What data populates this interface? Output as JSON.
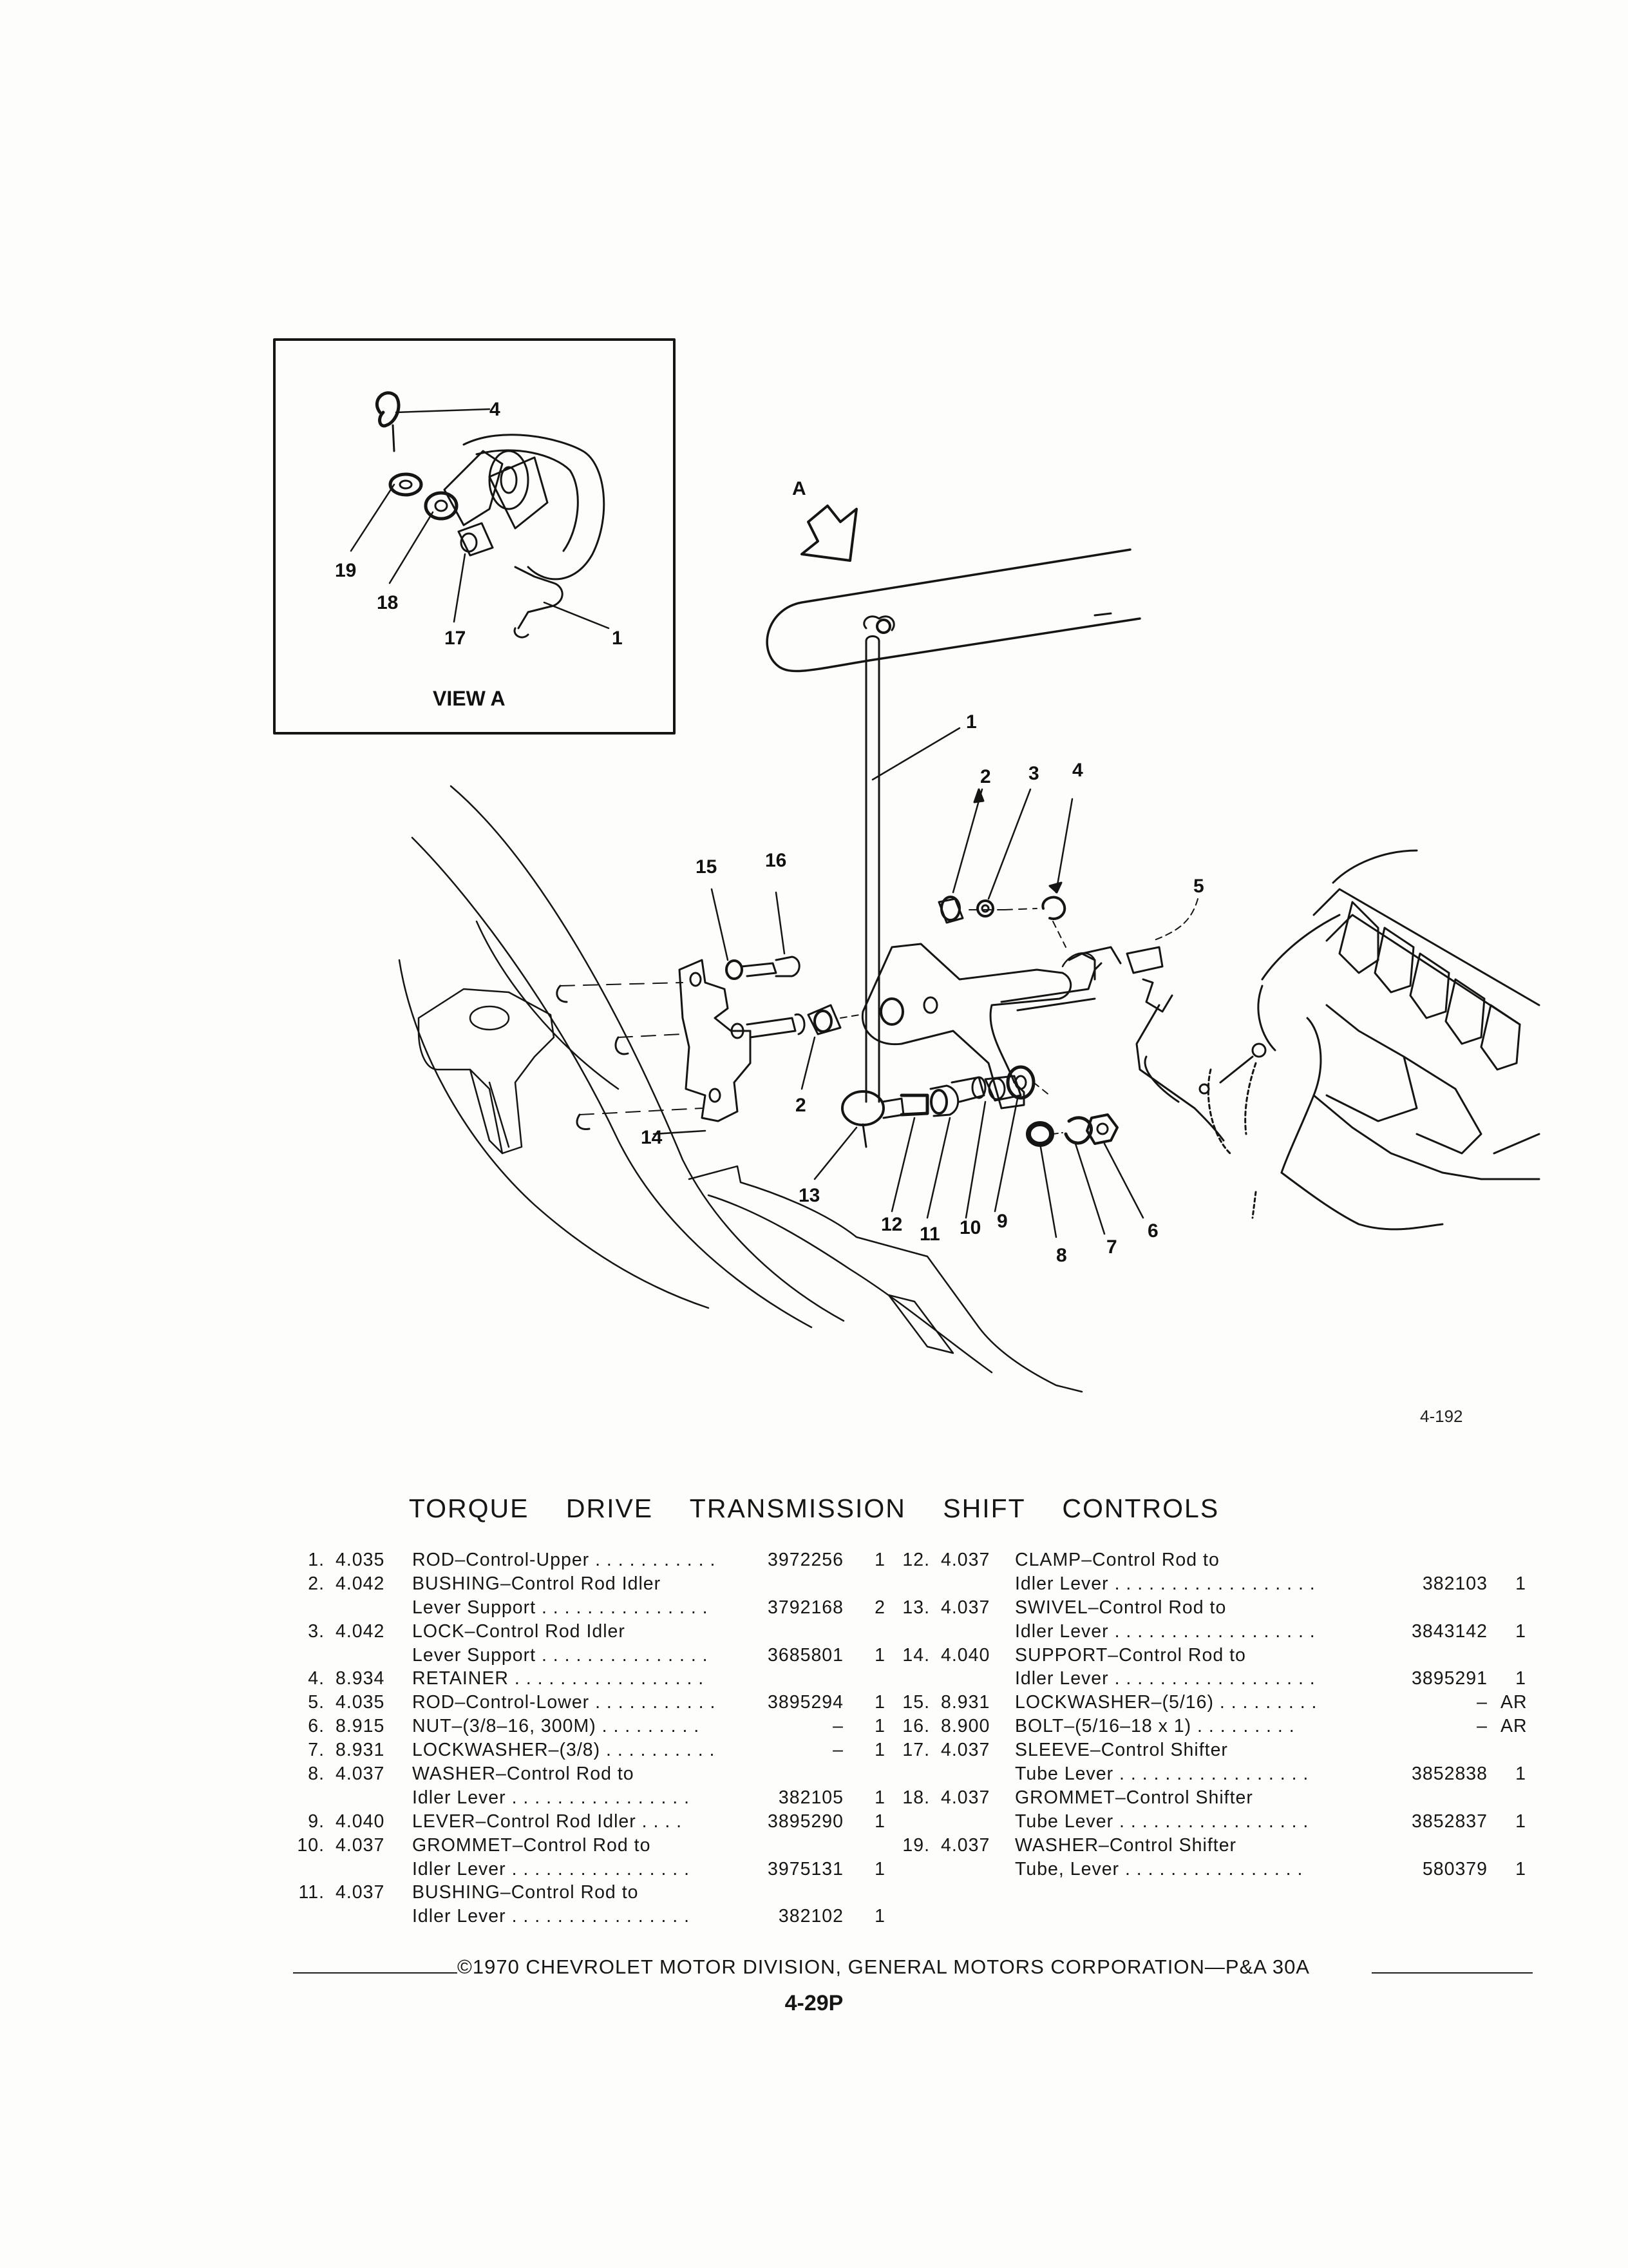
{
  "view_label": "VIEW A",
  "arrow_label": "A",
  "figure_number": "4-192",
  "callouts": {
    "c1": "1",
    "c2": "2",
    "c3": "3",
    "c4": "4",
    "c5": "5",
    "c6": "6",
    "c7": "7",
    "c8": "8",
    "c9": "9",
    "c10": "10",
    "c11": "11",
    "c12": "12",
    "c13": "13",
    "c14": "14",
    "c15": "15",
    "c16": "16",
    "c2b": "2",
    "c1b": "1",
    "c4b": "4",
    "v4": "4",
    "v19": "19",
    "v18": "18",
    "v17": "17",
    "v1": "1"
  },
  "title": "TORQUE DRIVE TRANSMISSION SHIFT CONTROLS",
  "parts_left": [
    {
      "num": "1.",
      "group": "4.035",
      "desc": "ROD–Control-Upper . . . . . . . . . . .",
      "part_no": "3972256",
      "qty": "1"
    },
    {
      "num": "2.",
      "group": "4.042",
      "desc": "BUSHING–Control Rod Idler",
      "part_no": "",
      "qty": ""
    },
    {
      "num": "",
      "group": "",
      "desc": "Lever Support . . . . . . . . . . . . . . .",
      "part_no": "3792168",
      "qty": "2"
    },
    {
      "num": "3.",
      "group": "4.042",
      "desc": "LOCK–Control Rod Idler",
      "part_no": "",
      "qty": ""
    },
    {
      "num": "",
      "group": "",
      "desc": "Lever Support . . . . . . . . . . . . . . .",
      "part_no": "3685801",
      "qty": "1"
    },
    {
      "num": "4.",
      "group": "8.934",
      "desc": "RETAINER . . . . . . . . . . . . . . . . .",
      "part_no": "",
      "qty": ""
    },
    {
      "num": "5.",
      "group": "4.035",
      "desc": "ROD–Control-Lower . . . . . . . . . . .",
      "part_no": "3895294",
      "qty": "1"
    },
    {
      "num": "6.",
      "group": "8.915",
      "desc": "NUT–(3/8–16, 300M) . . . . . . . . .",
      "part_no": "–",
      "qty": "1"
    },
    {
      "num": "7.",
      "group": "8.931",
      "desc": "LOCKWASHER–(3/8) . . . . . . . . . .",
      "part_no": "–",
      "qty": "1"
    },
    {
      "num": "8.",
      "group": "4.037",
      "desc": "WASHER–Control Rod to",
      "part_no": "",
      "qty": ""
    },
    {
      "num": "",
      "group": "",
      "desc": "Idler Lever  . . . . . . . . . . . . . . . .",
      "part_no": "382105",
      "qty": "1"
    },
    {
      "num": "9.",
      "group": "4.040",
      "desc": "LEVER–Control Rod Idler . . . .",
      "part_no": "3895290",
      "qty": "1"
    },
    {
      "num": "10.",
      "group": "4.037",
      "desc": "GROMMET–Control Rod to",
      "part_no": "",
      "qty": ""
    },
    {
      "num": "",
      "group": "",
      "desc": "Idler Lever  . . . . . . . . . . . . . . . .",
      "part_no": "3975131",
      "qty": "1"
    },
    {
      "num": "11.",
      "group": "4.037",
      "desc": "BUSHING–Control Rod to",
      "part_no": "",
      "qty": ""
    },
    {
      "num": "",
      "group": "",
      "desc": "Idler Lever  . . . . . . . . . . . . . . . .",
      "part_no": "382102",
      "qty": "1"
    }
  ],
  "parts_right": [
    {
      "num": "12.",
      "group": "4.037",
      "desc": "CLAMP–Control Rod to",
      "part_no": "",
      "qty": ""
    },
    {
      "num": "",
      "group": "",
      "desc": "Idler Lever . . . . . . . . . . . . . . . . . .",
      "part_no": "382103",
      "qty": "1"
    },
    {
      "num": "13.",
      "group": "4.037",
      "desc": "SWIVEL–Control Rod to",
      "part_no": "",
      "qty": ""
    },
    {
      "num": "",
      "group": "",
      "desc": "Idler Lever . . . . . . . . . . . . . . . . . .",
      "part_no": "3843142",
      "qty": "1"
    },
    {
      "num": "14.",
      "group": "4.040",
      "desc": "SUPPORT–Control Rod to",
      "part_no": "",
      "qty": ""
    },
    {
      "num": "",
      "group": "",
      "desc": "Idler Lever . . . . . . . . . . . . . . . . . .",
      "part_no": "3895291",
      "qty": "1"
    },
    {
      "num": "15.",
      "group": "8.931",
      "desc": "LOCKWASHER–(5/16) . . . . . . . . .",
      "part_no": "–",
      "qty": "AR"
    },
    {
      "num": "16.",
      "group": "8.900",
      "desc": "BOLT–(5/16–18 x 1) . . . . . . . . .",
      "part_no": "–",
      "qty": "AR"
    },
    {
      "num": "17.",
      "group": "4.037",
      "desc": "SLEEVE–Control Shifter",
      "part_no": "",
      "qty": ""
    },
    {
      "num": "",
      "group": "",
      "desc": "Tube Lever . . . . . . . . . . . . . . . . .",
      "part_no": "3852838",
      "qty": "1"
    },
    {
      "num": "18.",
      "group": "4.037",
      "desc": "GROMMET–Control Shifter",
      "part_no": "",
      "qty": ""
    },
    {
      "num": "",
      "group": "",
      "desc": "Tube Lever . . . . . . . . . . . . . . . . .",
      "part_no": "3852837",
      "qty": "1"
    },
    {
      "num": "19.",
      "group": "4.037",
      "desc": "WASHER–Control Shifter",
      "part_no": "",
      "qty": ""
    },
    {
      "num": "",
      "group": "",
      "desc": "Tube, Lever  . . . . . . . . . . . . . . . .",
      "part_no": "580379",
      "qty": "1"
    }
  ],
  "footer": "©1970 CHEVROLET MOTOR DIVISION, GENERAL MOTORS CORPORATION—P&A 30A",
  "page_number": "4-29P"
}
